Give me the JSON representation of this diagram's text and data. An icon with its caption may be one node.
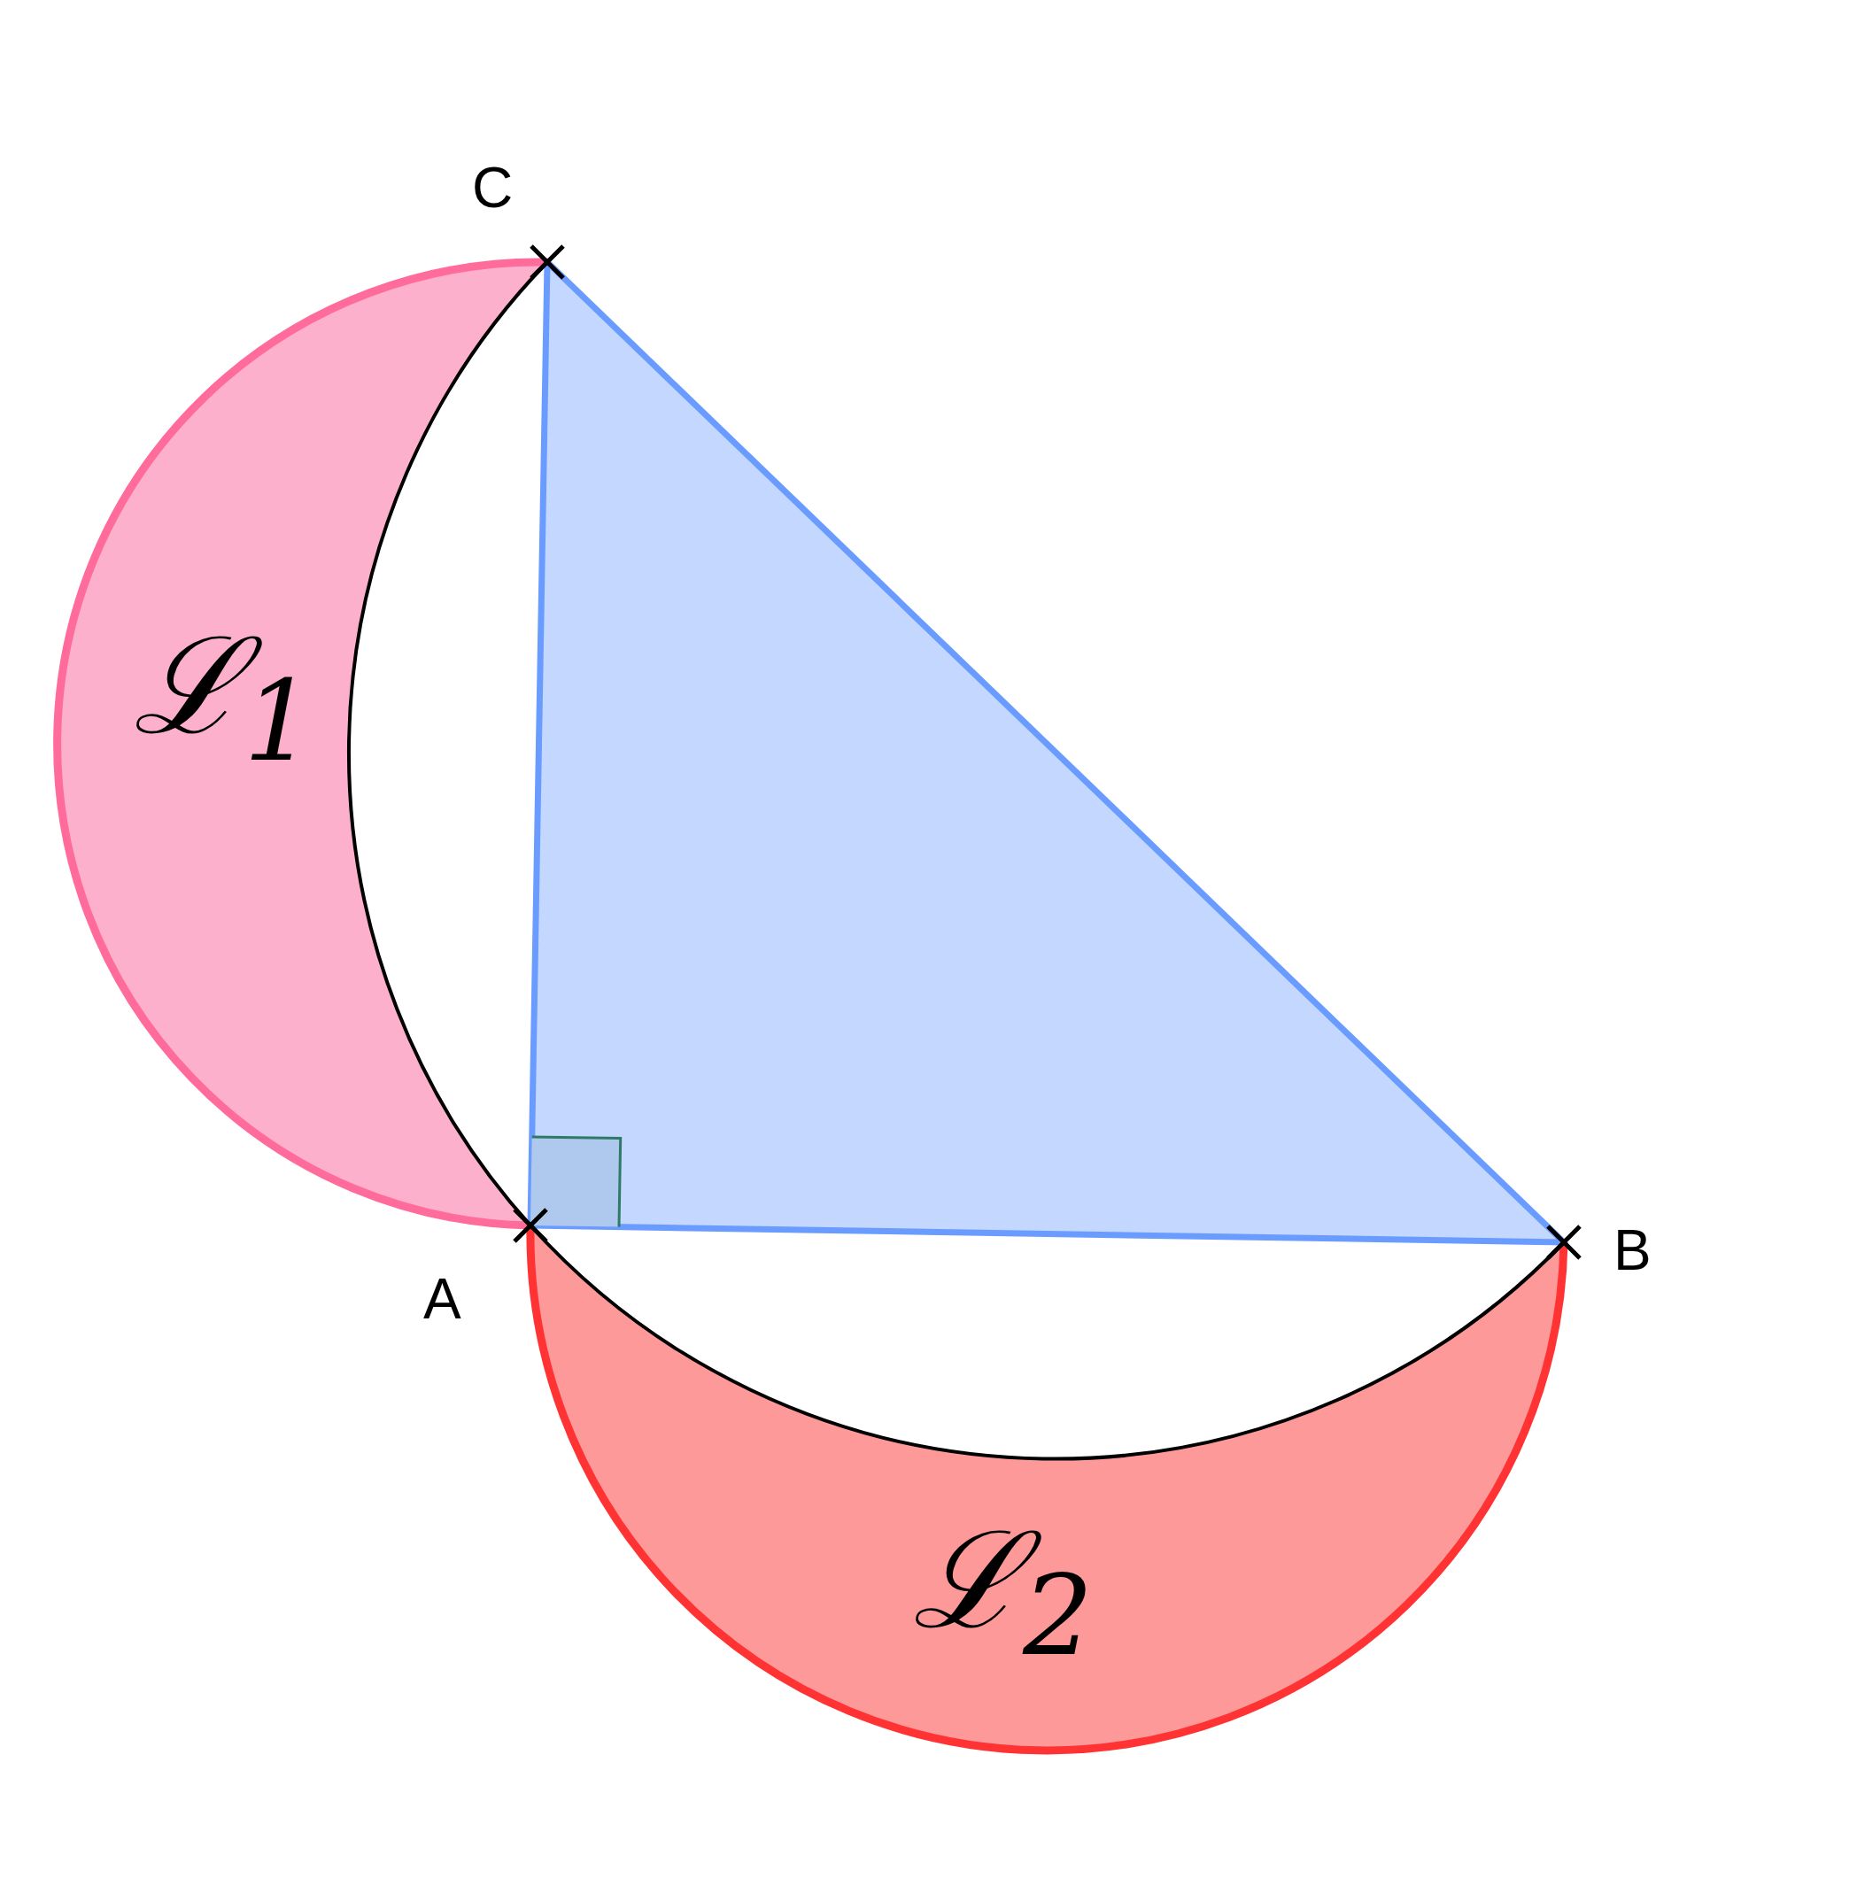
{
  "diagram": {
    "nodes": [
      {
        "text": [
          "ℒ$_{1}$"
        ]
      },
      {
        "text": [
          "ℒ$_{2}$"
        ]
      }
    ],
    "labels": [
      "C",
      "A",
      "B"
    ]
  }
}
